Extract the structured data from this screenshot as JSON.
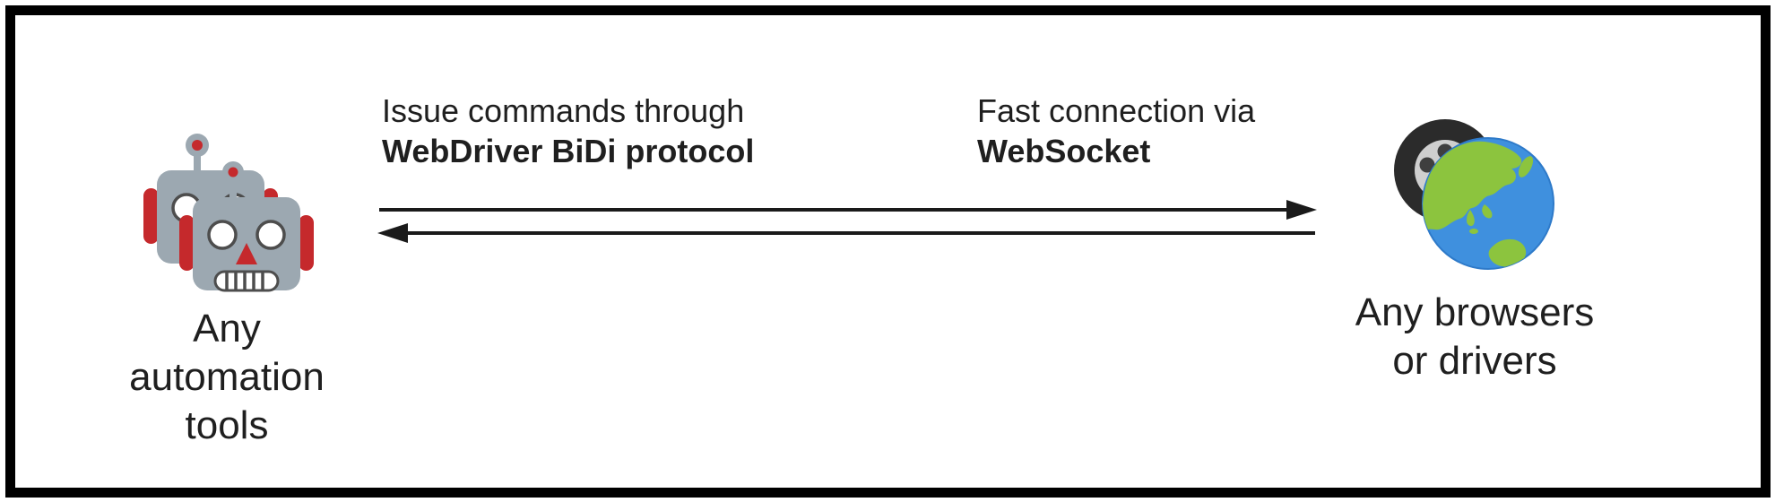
{
  "colors": {
    "border": "#000000",
    "text": "#1F1F1F",
    "arrow": "#1A1A1A",
    "robot_body": "#9CA8B1",
    "robot_accent": "#C5292C",
    "robot_outline": "#4D4D4D",
    "tire": "#2B2B2B",
    "tire_rim": "#CFCFCF",
    "tire_spoke_gap": "#3F3F3F",
    "globe_ocean": "#3F90DE",
    "globe_ocean_edge": "#2E7AC9",
    "globe_land": "#8CC43E"
  },
  "left_node": {
    "icon": "automation-robots-icon",
    "label_lines": [
      "Any",
      "automation",
      "tools"
    ]
  },
  "right_node": {
    "icon": "globe-tire-icon",
    "label_lines": [
      "Any browsers",
      "or drivers"
    ]
  },
  "captions": {
    "command": {
      "normal": "Issue commands through",
      "bold": "WebDriver BiDi protocol"
    },
    "connection": {
      "normal": "Fast connection via",
      "bold": "WebSocket"
    }
  },
  "arrows": {
    "top_direction": "left-to-right",
    "bottom_direction": "right-to-left"
  }
}
